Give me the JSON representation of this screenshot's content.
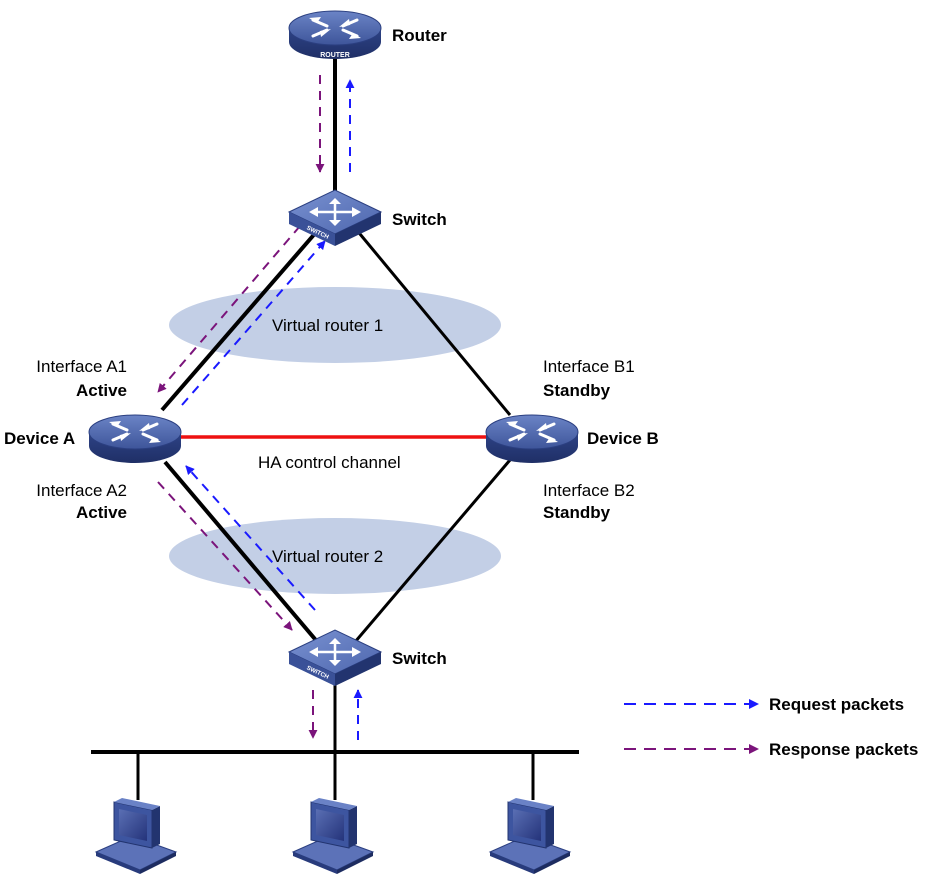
{
  "labels": {
    "router": "Router",
    "switch_top": "Switch",
    "switch_bottom": "Switch",
    "device_a": "Device A",
    "device_b": "Device B",
    "interface_a1": "Interface A1",
    "interface_a1_state": "Active",
    "interface_a2": "Interface A2",
    "interface_a2_state": "Active",
    "interface_b1": "Interface B1",
    "interface_b1_state": "Standby",
    "interface_b2": "Interface B2",
    "interface_b2_state": "Standby",
    "virtual_router_1": "Virtual router 1",
    "virtual_router_2": "Virtual router 2",
    "ha_channel": "HA control channel",
    "router_badge": "ROUTER",
    "switch_badge": "SWITCH"
  },
  "legend": {
    "request": "Request packets",
    "response": "Response packets"
  },
  "colors": {
    "request_arrow": "#1a1aff",
    "response_arrow": "#7b147b",
    "ha_channel": "#ee1111",
    "link": "#000000",
    "virtual_router_area": "#c3cfe6",
    "device_blue": "#4a62a6"
  },
  "icons": {
    "router": "router-icon",
    "switch": "switch-icon",
    "pc": "pc-icon"
  }
}
